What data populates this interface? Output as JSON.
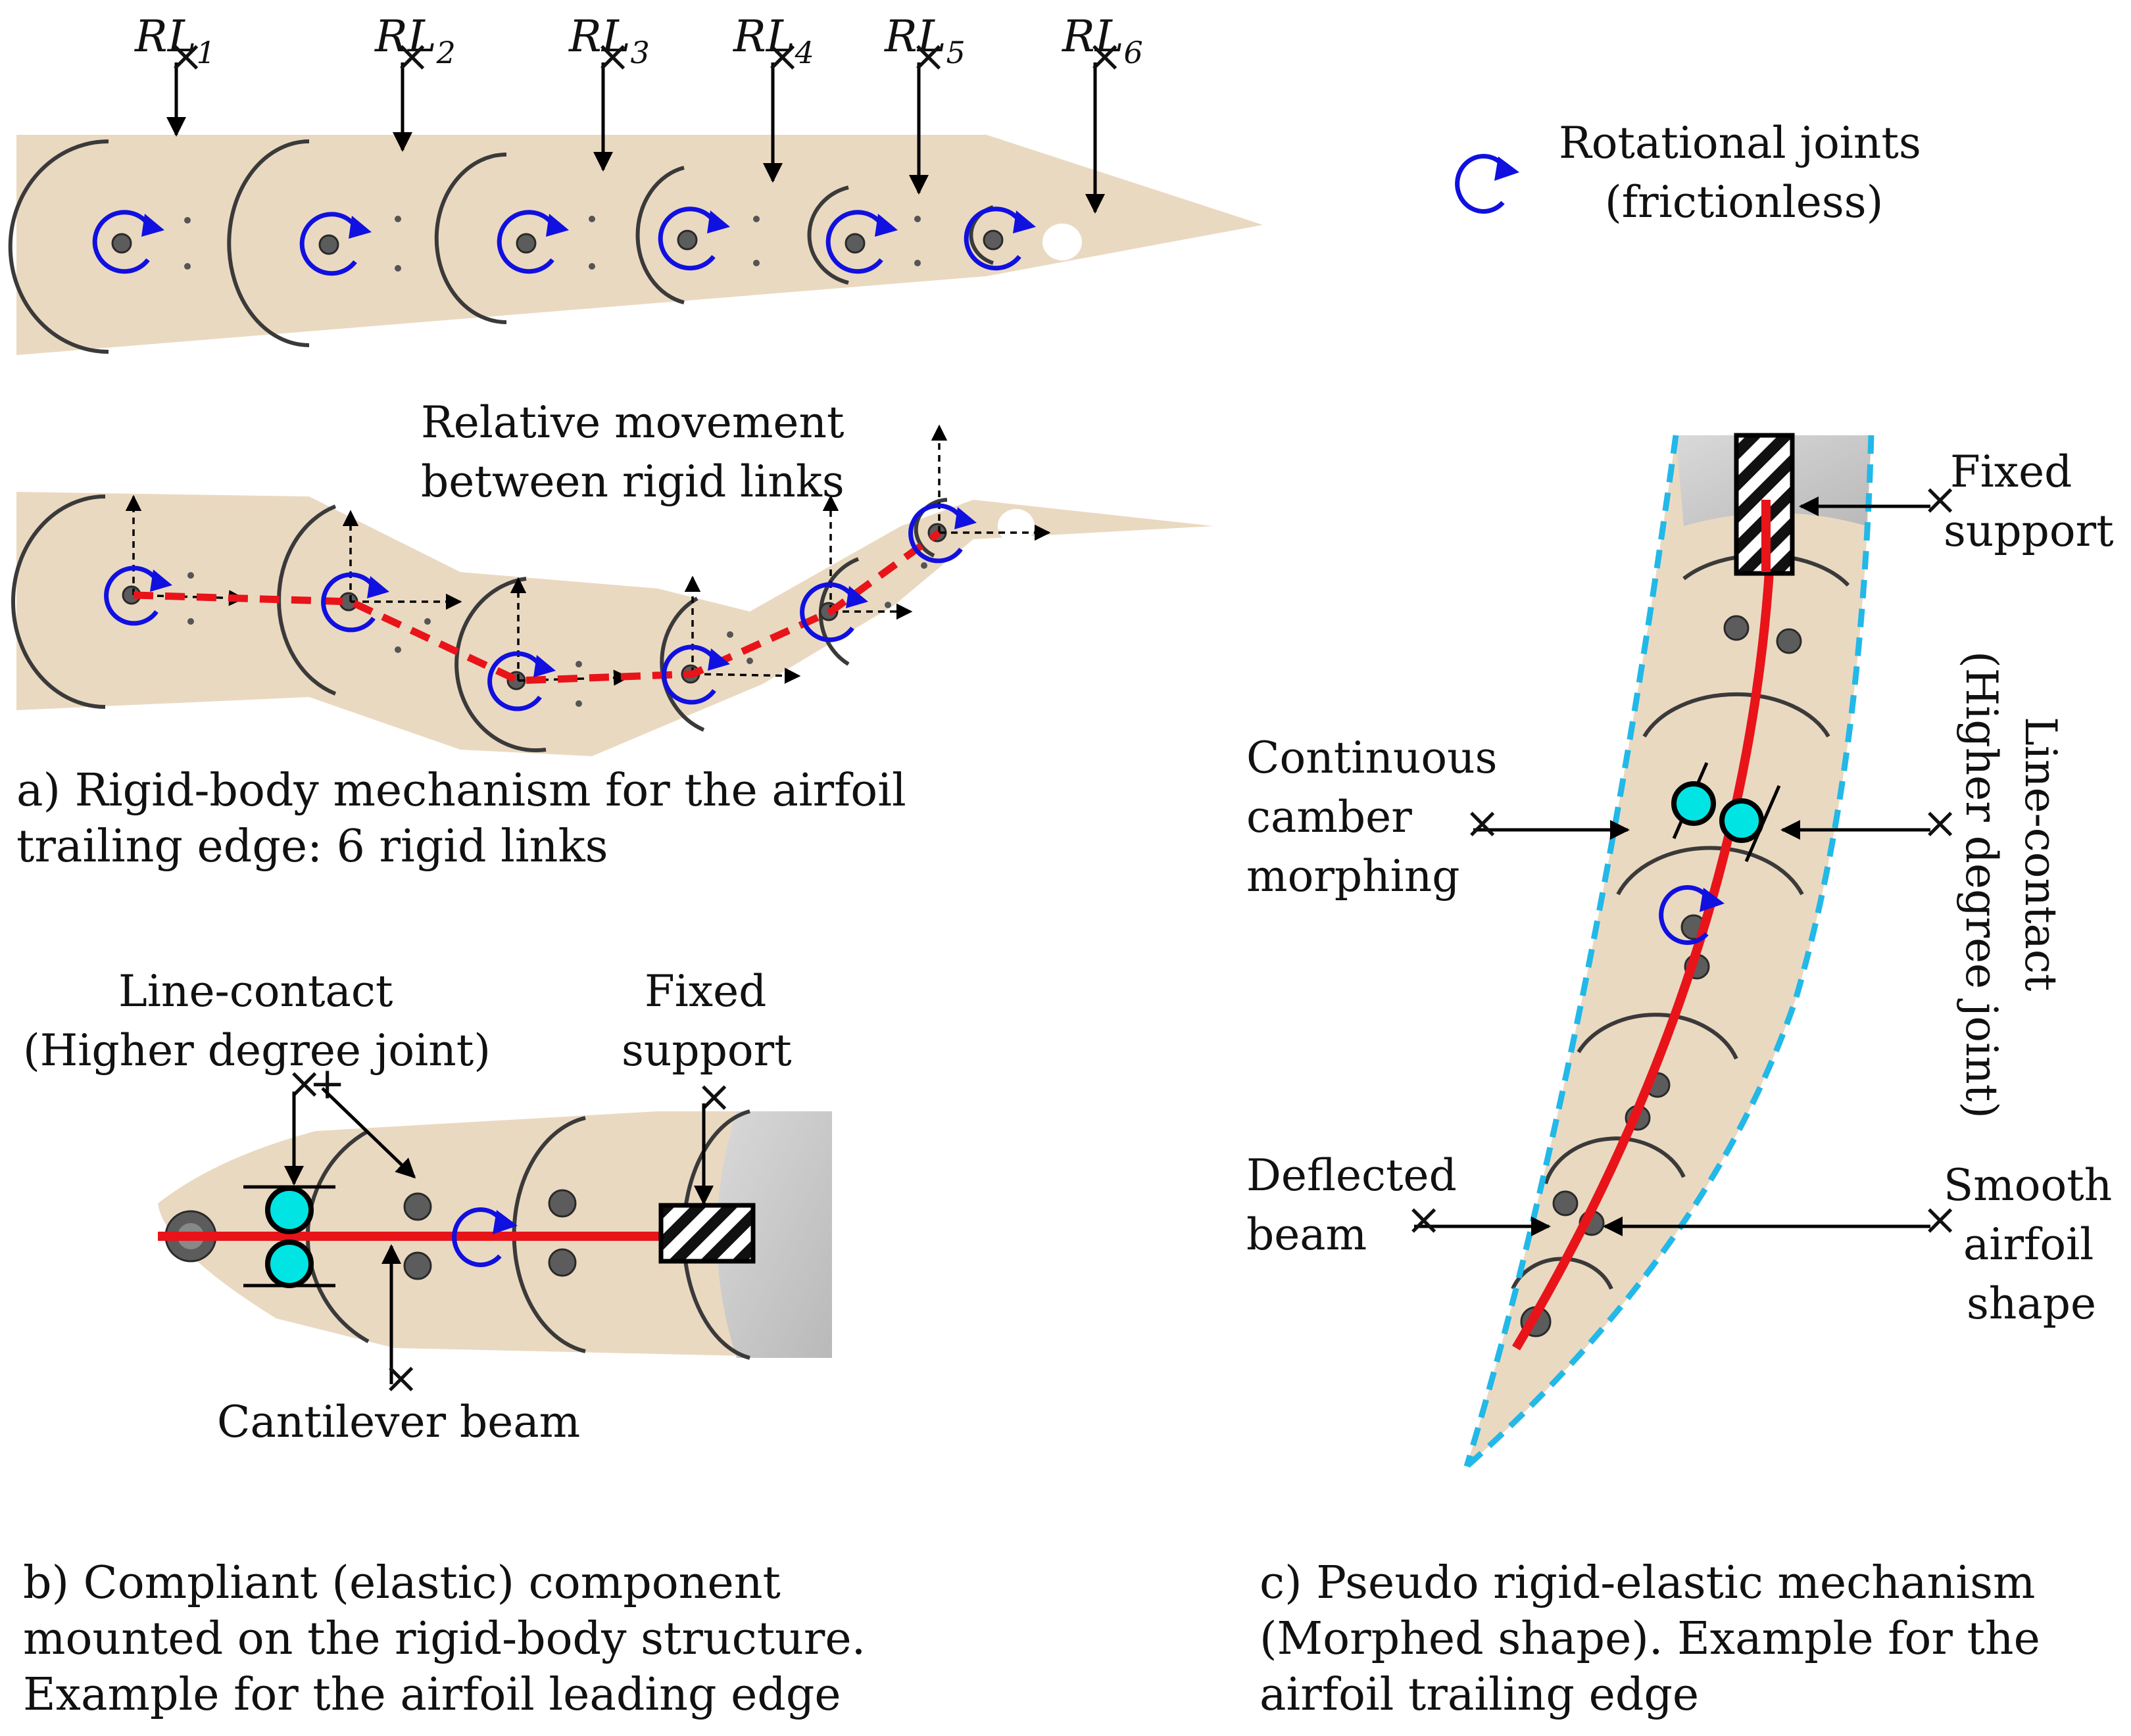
{
  "panel_a": {
    "rigid_links": [
      {
        "base": "RL",
        "sub": "1"
      },
      {
        "base": "RL",
        "sub": "2"
      },
      {
        "base": "RL",
        "sub": "3"
      },
      {
        "base": "RL",
        "sub": "4"
      },
      {
        "base": "RL",
        "sub": "5"
      },
      {
        "base": "RL",
        "sub": "6"
      }
    ],
    "relative_movement": [
      "Relative movement",
      "between rigid links"
    ],
    "caption": [
      "a) Rigid-body mechanism for the airfoil",
      "trailing edge: 6 rigid links"
    ]
  },
  "legend": {
    "rotational_joints": [
      "Rotational joints",
      "(frictionless)"
    ]
  },
  "panel_b": {
    "line_contact": [
      "Line-contact",
      "(Higher degree joint)"
    ],
    "fixed_support": [
      "Fixed",
      "support"
    ],
    "cantilever_beam": "Cantilever beam",
    "caption": [
      "b) Compliant (elastic) component",
      "mounted on the rigid-body structure.",
      "Example for the airfoil leading edge"
    ]
  },
  "panel_c": {
    "fixed_support": [
      "Fixed",
      "support"
    ],
    "line_contact_vertical": [
      "Line-contact",
      "(Higher degree joint)"
    ],
    "continuous_camber": [
      "Continuous",
      "camber",
      "morphing"
    ],
    "deflected_beam": [
      "Deflected",
      "beam"
    ],
    "smooth_airfoil": [
      "Smooth",
      "airfoil",
      "shape"
    ],
    "caption": [
      "c) Pseudo rigid-elastic mechanism",
      "(Morphed shape). Example for the",
      " airfoil trailing edge"
    ]
  },
  "colors": {
    "beam": "#e8141a",
    "joint_arrow": "#1010e0",
    "contact_roller": "#00e4e4",
    "outline": "#22b8e8",
    "plate": "#ead9c1"
  }
}
